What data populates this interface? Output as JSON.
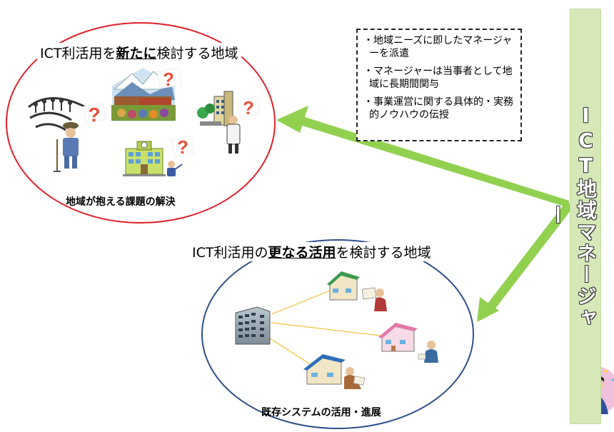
{
  "region_new": {
    "title_prefix": "ICT利活用を",
    "title_emph": "新たに",
    "title_suffix": "検討する地域",
    "caption": "地域が抱える課題の解決"
  },
  "region_further": {
    "title_prefix": "ICT利活用の",
    "title_emph": "更なる活用",
    "title_suffix": "を検討する地域",
    "caption": "既存システムの活用・進展"
  },
  "notes": [
    "・地域ニーズに即したマネージャーを派遣",
    "・マネージャーは当事者として地域に長期間関与",
    "・事業運営に関する具体的・実務的ノウハウの伝授"
  ],
  "sidebar": {
    "label": "ICT地域マネージャー"
  },
  "colors": {
    "ellipse_top": "#e0202a",
    "ellipse_bottom": "#2f4f88",
    "arrow": "#92d050",
    "connector": "#f3c23a",
    "sidebar_bg": "#d6e8b8",
    "question_mark": "#e8503a"
  },
  "icons": [
    "farmland-icon",
    "farmer-icon",
    "question-icon",
    "tourism-scene-icon",
    "city-buildings-icon",
    "doctor-icon",
    "school-building-icon",
    "teacher-icon",
    "office-building-icon",
    "house-icon",
    "elderly-person-icon",
    "manager-person-icon"
  ]
}
